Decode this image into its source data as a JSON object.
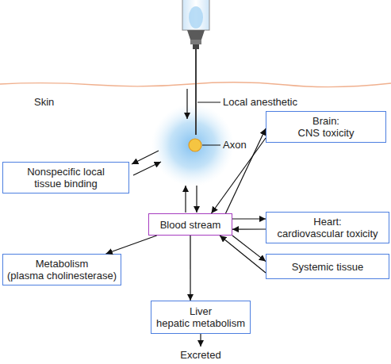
{
  "diagram": {
    "nodes": [
      {
        "text": [
          "Brain:",
          "CNS toxicity"
        ]
      },
      {
        "text": [
          "Nonspecific local tissue binding"
        ]
      },
      {
        "text": [
          "Blood stream"
        ]
      },
      {
        "text": [
          "Heart:",
          "cardiovascular toxicity"
        ]
      },
      {
        "text": [
          "Metabolism",
          "(plasma cholinesterase)"
        ]
      },
      {
        "text": [
          "Systemic tissue"
        ]
      },
      {
        "text": [
          "Liver",
          "hepatic metabolism"
        ]
      },
      {
        "text": [
          "Excreted"
        ]
      }
    ],
    "edges": [
      {
        "from": 2,
        "to": 0,
        "arrow": "to"
      },
      {
        "from": 0,
        "to": 2,
        "arrow": "to"
      },
      {
        "from": 2,
        "to": 3,
        "arrow": "to"
      },
      {
        "from": 3,
        "to": 2,
        "arrow": "to"
      },
      {
        "from": 2,
        "to": 5,
        "arrow": "to"
      },
      {
        "from": 5,
        "to": 2,
        "arrow": "to"
      },
      {
        "from": 2,
        "to": 4,
        "arrow": "to"
      },
      {
        "from": 2,
        "to": 6,
        "arrow": "to"
      },
      {
        "from": 6,
        "to": 7,
        "arrow": "to"
      }
    ],
    "labels": [
      "Skin",
      "Local anesthetic",
      "Axon"
    ]
  }
}
